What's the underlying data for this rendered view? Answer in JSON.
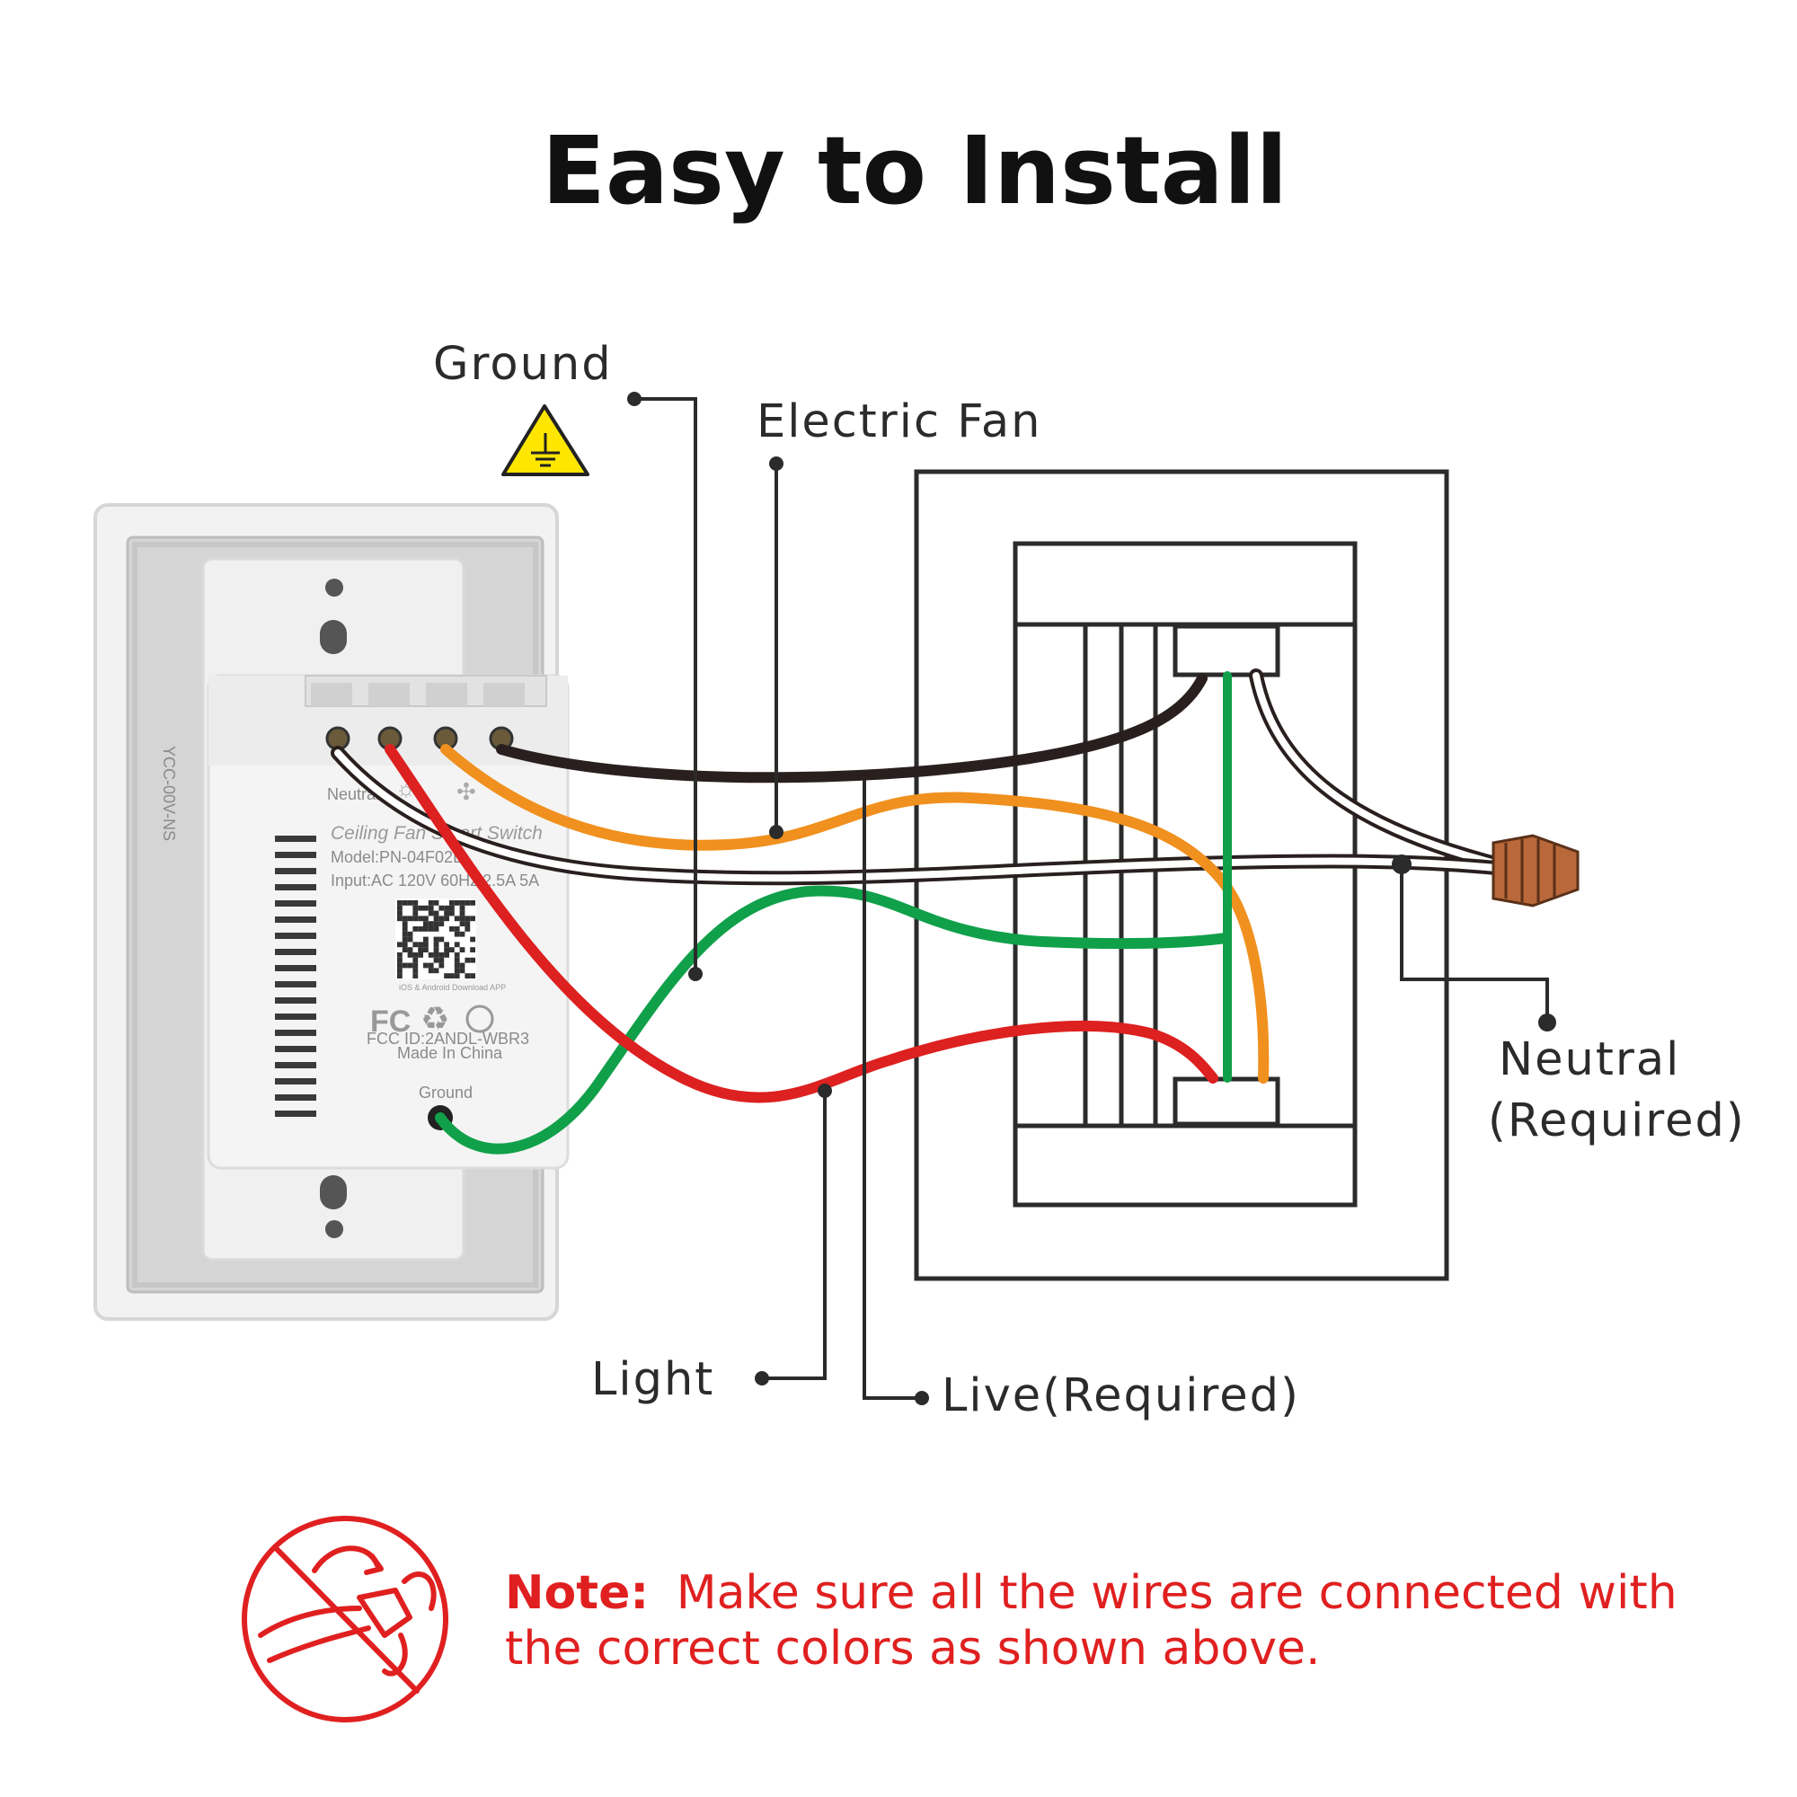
{
  "title": "Easy to Install",
  "labels": {
    "ground": "Ground",
    "electric_fan": "Electric Fan",
    "neutral_line1": "Neutral",
    "neutral_line2": "(Required)",
    "light": "Light",
    "live": "Live(Required)"
  },
  "device": {
    "terminal_neutral": "Neutral",
    "product_name": "Ceiling Fan Smart Switch",
    "model": "Model:PN-04F02D",
    "input": "Input:AC 120V 60Hz 2.5A 5A",
    "app_text": "iOS & Android Download APP",
    "fcc_id": "FCC ID:2ANDL-WBR3",
    "made_in": "Made In China",
    "ground_terminal": "Ground",
    "side_print": "YCC-00V-NS"
  },
  "note": {
    "label": "Note:",
    "line1": "Make sure all the wires are connected with",
    "line2": "the correct colors as shown above."
  },
  "colors": {
    "wire_black": "#2a1f1f",
    "wire_orange": "#f0901e",
    "wire_red": "#dd2020",
    "wire_green": "#10a04a",
    "wire_white_outline": "#2a1f1f",
    "ground_symbol_fill": "#ffe600",
    "note_red": "#e02020",
    "wirenut_brown": "#b8683a"
  },
  "icons": [
    "ground-warning-icon",
    "wire-twist-icon",
    "fc-logo-icon",
    "recycle-icon",
    "etl-icon",
    "qr-code-icon"
  ]
}
